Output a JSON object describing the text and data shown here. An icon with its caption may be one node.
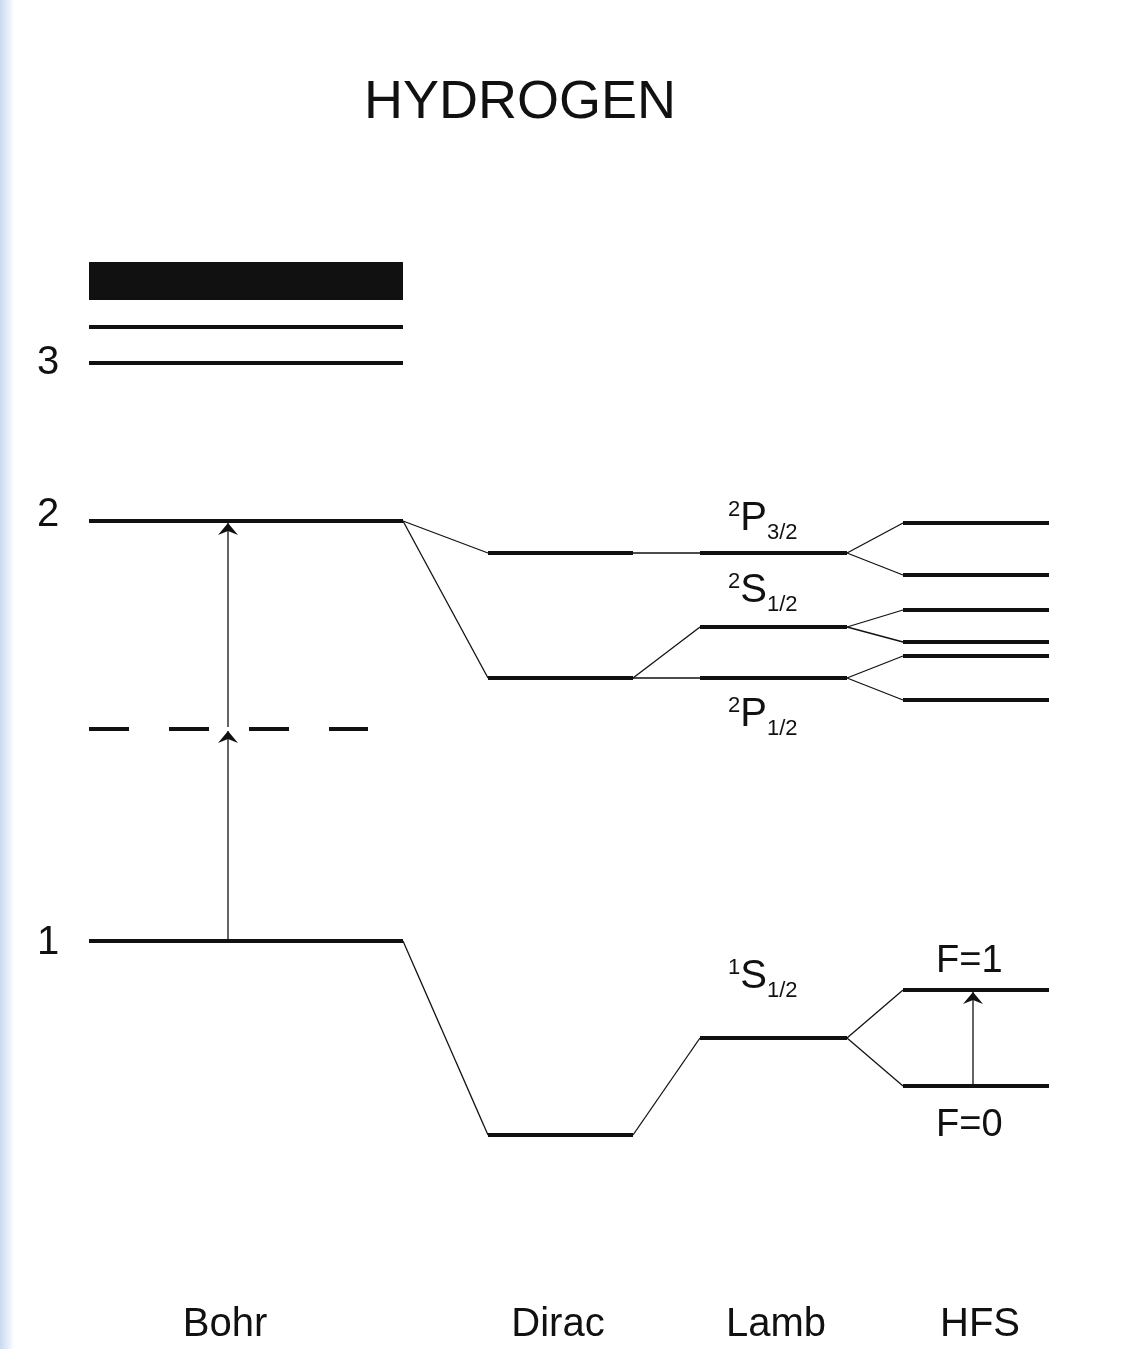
{
  "diagram": {
    "title": "HYDROGEN",
    "nodes": [
      {
        "text": [],
        "shape": "bar"
      },
      {
        "text": [],
        "shape": "bar"
      },
      {
        "text": [],
        "shape": "bar",
        "beside": [
          "3"
        ]
      },
      {
        "text": [],
        "shape": "bar",
        "beside": [
          "2"
        ]
      },
      {
        "text": [],
        "shape": "bar"
      },
      {
        "text": [],
        "shape": "bar",
        "beside": [
          "1"
        ]
      },
      {
        "text": [],
        "shape": "bar"
      },
      {
        "text": [],
        "shape": "bar"
      },
      {
        "text": [],
        "shape": "bar"
      },
      {
        "text": [],
        "shape": "bar",
        "beside": [
          "$^{2}$P$_{3/2}$"
        ]
      },
      {
        "text": [],
        "shape": "bar",
        "beside": [
          "$^{2}$S$_{1/2}$"
        ]
      },
      {
        "text": [],
        "shape": "bar",
        "beside": [
          "$^{2}$P$_{1/2}$"
        ]
      },
      {
        "text": [],
        "shape": "bar",
        "beside": [
          "$^{1}$S$_{1/2}$"
        ]
      },
      {
        "text": [],
        "shape": "bar"
      },
      {
        "text": [],
        "shape": "bar"
      },
      {
        "text": [],
        "shape": "bar"
      },
      {
        "text": [],
        "shape": "bar"
      },
      {
        "text": [],
        "shape": "bar"
      },
      {
        "text": [],
        "shape": "bar"
      },
      {
        "text": [],
        "shape": "bar",
        "beside": [
          "F=1"
        ]
      },
      {
        "text": [],
        "shape": "bar",
        "beside": [
          "F=0"
        ]
      }
    ],
    "edges": [
      {
        "from": 3,
        "to": 6,
        "arrow": "none"
      },
      {
        "from": 3,
        "to": 7,
        "arrow": "none"
      },
      {
        "from": 5,
        "to": 8,
        "arrow": "none"
      },
      {
        "from": 6,
        "to": 9,
        "arrow": "none"
      },
      {
        "from": 7,
        "to": 10,
        "arrow": "none"
      },
      {
        "from": 7,
        "to": 11,
        "arrow": "none"
      },
      {
        "from": 8,
        "to": 12,
        "arrow": "none"
      },
      {
        "from": 9,
        "to": 13,
        "arrow": "none"
      },
      {
        "from": 9,
        "to": 14,
        "arrow": "none"
      },
      {
        "from": 10,
        "to": 15,
        "arrow": "none"
      },
      {
        "from": 10,
        "to": 16,
        "arrow": "none"
      },
      {
        "from": 11,
        "to": 17,
        "arrow": "none"
      },
      {
        "from": 11,
        "to": 18,
        "arrow": "none"
      },
      {
        "from": 12,
        "to": 19,
        "arrow": "none"
      },
      {
        "from": 12,
        "to": 20,
        "arrow": "none"
      },
      {
        "from": 5,
        "to": 4,
        "arrow": "to"
      },
      {
        "from": 4,
        "to": 3,
        "arrow": "to"
      },
      {
        "from": 20,
        "to": 19,
        "arrow": "to"
      }
    ],
    "labels": [
      "Bohr",
      "Dirac",
      "Lamb",
      "HFS"
    ]
  }
}
